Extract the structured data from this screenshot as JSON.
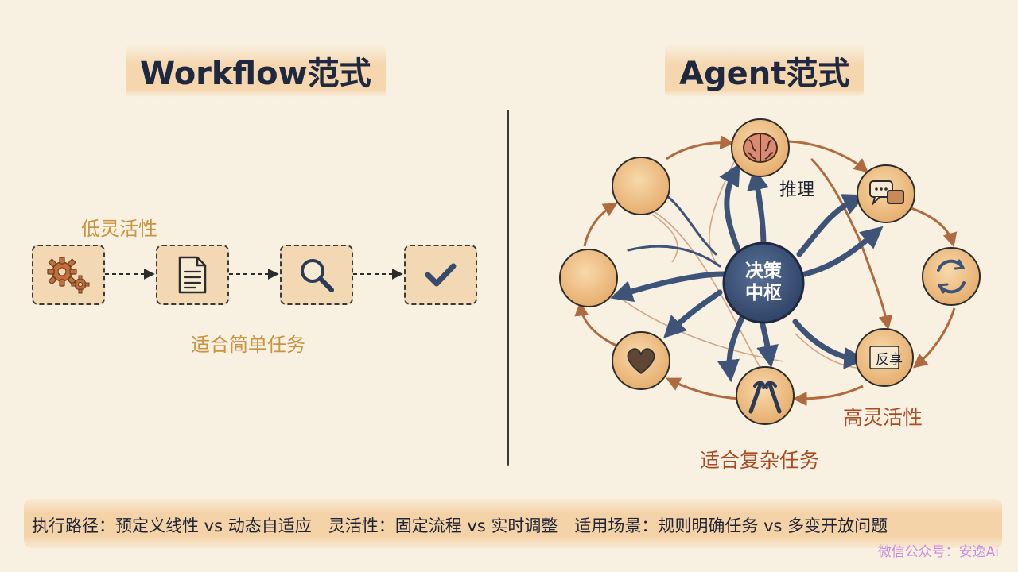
{
  "workflow": {
    "title": "Workflow范式",
    "top_label": "低灵活性",
    "bottom_label": "适合简单任务",
    "steps": [
      {
        "icon": "gears-icon"
      },
      {
        "icon": "document-icon"
      },
      {
        "icon": "magnifier-icon"
      },
      {
        "icon": "checkmark-icon"
      }
    ]
  },
  "agent": {
    "title": "Agent范式",
    "center": {
      "line1": "决策",
      "line2": "中枢"
    },
    "reasoning_label": "推理",
    "high_flex_label": "高灵活性",
    "bottom_label": "适合复杂任务",
    "exec_node_text": "反享",
    "icons": [
      "brain-icon",
      "chat-icon",
      "cycle-icon",
      "exec-icon",
      "tools-icon",
      "heart-icon"
    ],
    "colors": {
      "hub": "#3d5478",
      "node": "#f0c48e",
      "arrow": "#b06a40"
    }
  },
  "summary": "执行路径：预定义线性 vs 动态自适应　灵活性：固定流程 vs 实时调整　适用场景：规则明确任务 vs 多变开放问题",
  "watermark": "微信公众号：安逸Ai"
}
